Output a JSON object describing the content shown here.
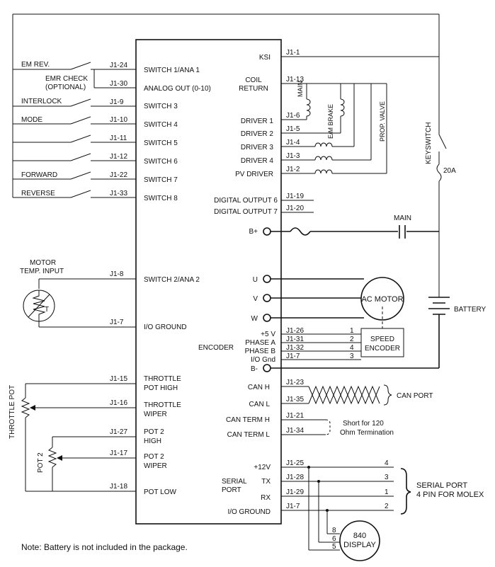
{
  "controller": {
    "left_inputs": [
      "SWITCH 1/ANA 1",
      "ANALOG OUT (0-10)",
      "SWITCH 3",
      "SWITCH 4",
      "SWITCH 5",
      "SWITCH 6",
      "SWITCH 7",
      "SWITCH 8"
    ],
    "left_pins": [
      "J1-24",
      "J1-30",
      "J1-9",
      "J1-10",
      "J1-11",
      "J1-12",
      "J1-22",
      "J1-33"
    ],
    "switch_labels": [
      "EM REV.",
      "INTERLOCK",
      "MODE",
      "FORWARD",
      "REVERSE"
    ],
    "emr_check": [
      "EMR CHECK",
      "(OPTIONAL)"
    ],
    "motor_temp": {
      "title": [
        "MOTOR",
        "TEMP. INPUT"
      ],
      "switch2": "SWITCH 2/ANA 2",
      "io_ground": "I/O GROUND",
      "pin_a": "J1-8",
      "pin_b": "J1-7",
      "thermistor_letter": "T"
    },
    "throttle": {
      "labels": [
        "THROTTLE",
        "POT HIGH",
        "THROTTLE",
        "WIPER",
        "POT 2",
        "HIGH",
        "POT 2",
        "WIPER",
        "POT LOW"
      ],
      "pins": [
        "J1-15",
        "J1-16",
        "J1-27",
        "J1-17",
        "J1-18"
      ],
      "throttle_pot": "THROTTLE POT",
      "pot2": "POT 2"
    },
    "right_labels": {
      "ksi": "KSI",
      "coil": [
        "COIL",
        "RETURN"
      ],
      "drivers": [
        "DRIVER 1",
        "DRIVER 2",
        "DRIVER 3",
        "DRIVER 4",
        "PV DRIVER"
      ],
      "digital": [
        "DIGITAL OUTPUT 6",
        "DIGITAL OUTPUT 7"
      ],
      "b_plus": "B+",
      "uvw": [
        "U",
        "V",
        "W"
      ],
      "encoder": "ENCODER",
      "encoder_pins": [
        "+5 V",
        "PHASE A",
        "PHASE B",
        "I/O Gnd"
      ],
      "b_minus": "B-",
      "can": [
        "CAN H",
        "CAN L",
        "CAN TERM H",
        "CAN TERM L"
      ],
      "serial": [
        "+12V",
        "SERIAL",
        "PORT",
        "TX",
        "RX",
        "I/O GROUND"
      ]
    },
    "right_pins": {
      "ksi": "J1-1",
      "coil": "J1-13",
      "drivers": [
        "J1-6",
        "J1-5",
        "J1-4",
        "J1-3",
        "J1-2"
      ],
      "digital": [
        "J1-19",
        "J1-20"
      ],
      "encoder": [
        "J1-26",
        "J1-31",
        "J1-32",
        "J1-7"
      ],
      "can": [
        "J1-23",
        "J1-35",
        "J1-21",
        "J1-34"
      ],
      "serial": [
        "J1-25",
        "J1-28",
        "J1-29",
        "J1-7"
      ]
    }
  },
  "loads": {
    "main": "MAIN",
    "em_brake": "E/M BRAKE",
    "prop_valve": "PROP. VALVE"
  },
  "power": {
    "keyswitch": "KEYSWITCH",
    "fuse": "20A",
    "main": "MAIN",
    "battery": "BATTERY"
  },
  "motor": {
    "label": "AC MOTOR",
    "speed_encoder": [
      "SPEED",
      "ENCODER"
    ],
    "encoder_numbers": [
      "1",
      "2",
      "4",
      "3"
    ]
  },
  "can_port": "CAN PORT",
  "termination": [
    "Short for 120",
    "Ohm Termination"
  ],
  "serial_port": {
    "label": [
      "SERIAL PORT",
      "4 PIN FOR MOLEX"
    ],
    "numbers": [
      "4",
      "3",
      "1",
      "2"
    ]
  },
  "display": {
    "label": [
      "840",
      "DISPLAY"
    ],
    "numbers": [
      "8",
      "6",
      "5"
    ]
  },
  "note": "Note: Battery is not included in the package."
}
